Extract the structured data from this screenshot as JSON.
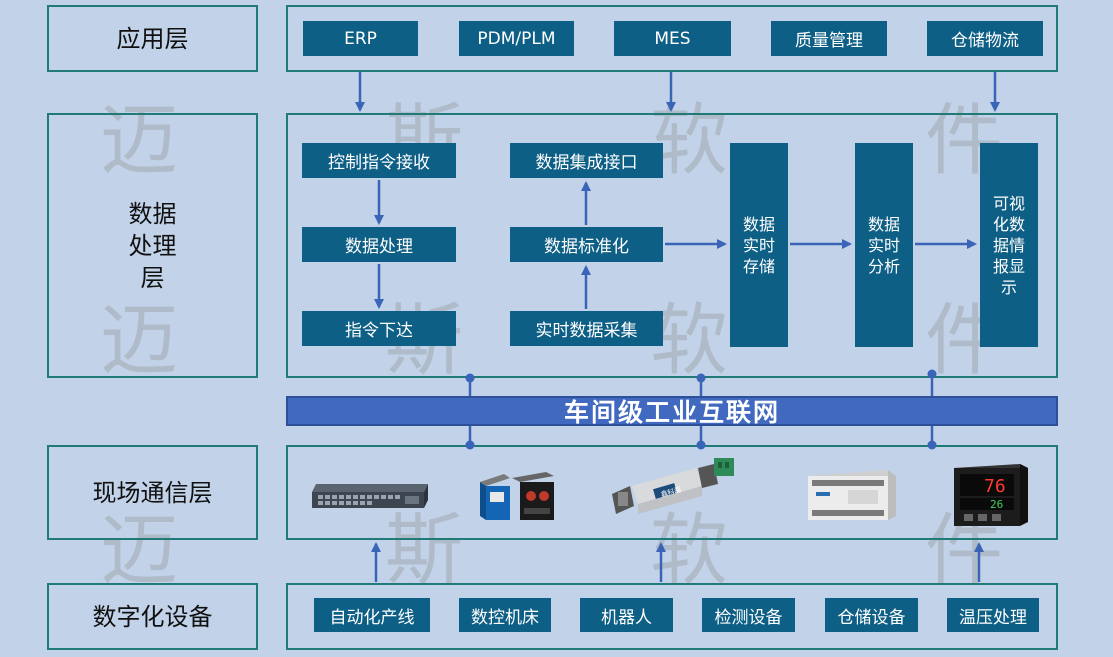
{
  "layers": {
    "application": "应用层",
    "data_processing": [
      "数据",
      "处理",
      "层"
    ],
    "field_comm": "现场通信层",
    "digital_devices": "数字化设备"
  },
  "app_systems": [
    "ERP",
    "PDM/PLM",
    "MES",
    "质量管理",
    "仓储物流"
  ],
  "processing": {
    "control_flow": [
      "控制指令接收",
      "数据处理",
      "指令下达"
    ],
    "data_flow": [
      "数据集成接口",
      "数据标准化",
      "实时数据采集"
    ],
    "realtime_storage": [
      "数据",
      "实时",
      "存储"
    ],
    "realtime_analysis": [
      "数据",
      "实时",
      "分析"
    ],
    "visualization": [
      "可视",
      "化数",
      "据情",
      "报显",
      "示"
    ]
  },
  "network_bus": "车间级工业互联网",
  "device_brand": "鑫科磊",
  "device_readout": {
    "top": "76",
    "bottom": "26"
  },
  "devices": [
    "自动化产线",
    "数控机床",
    "机器人",
    "检测设备",
    "仓储设备",
    "温压处理"
  ],
  "watermark": [
    "迈",
    "斯",
    "软",
    "件"
  ],
  "colors": {
    "background": "#c2d3e9",
    "tile": "#0e5f86",
    "frame": "#1f7a78",
    "bus": "#4169bf",
    "arrow": "#3a64b8"
  }
}
